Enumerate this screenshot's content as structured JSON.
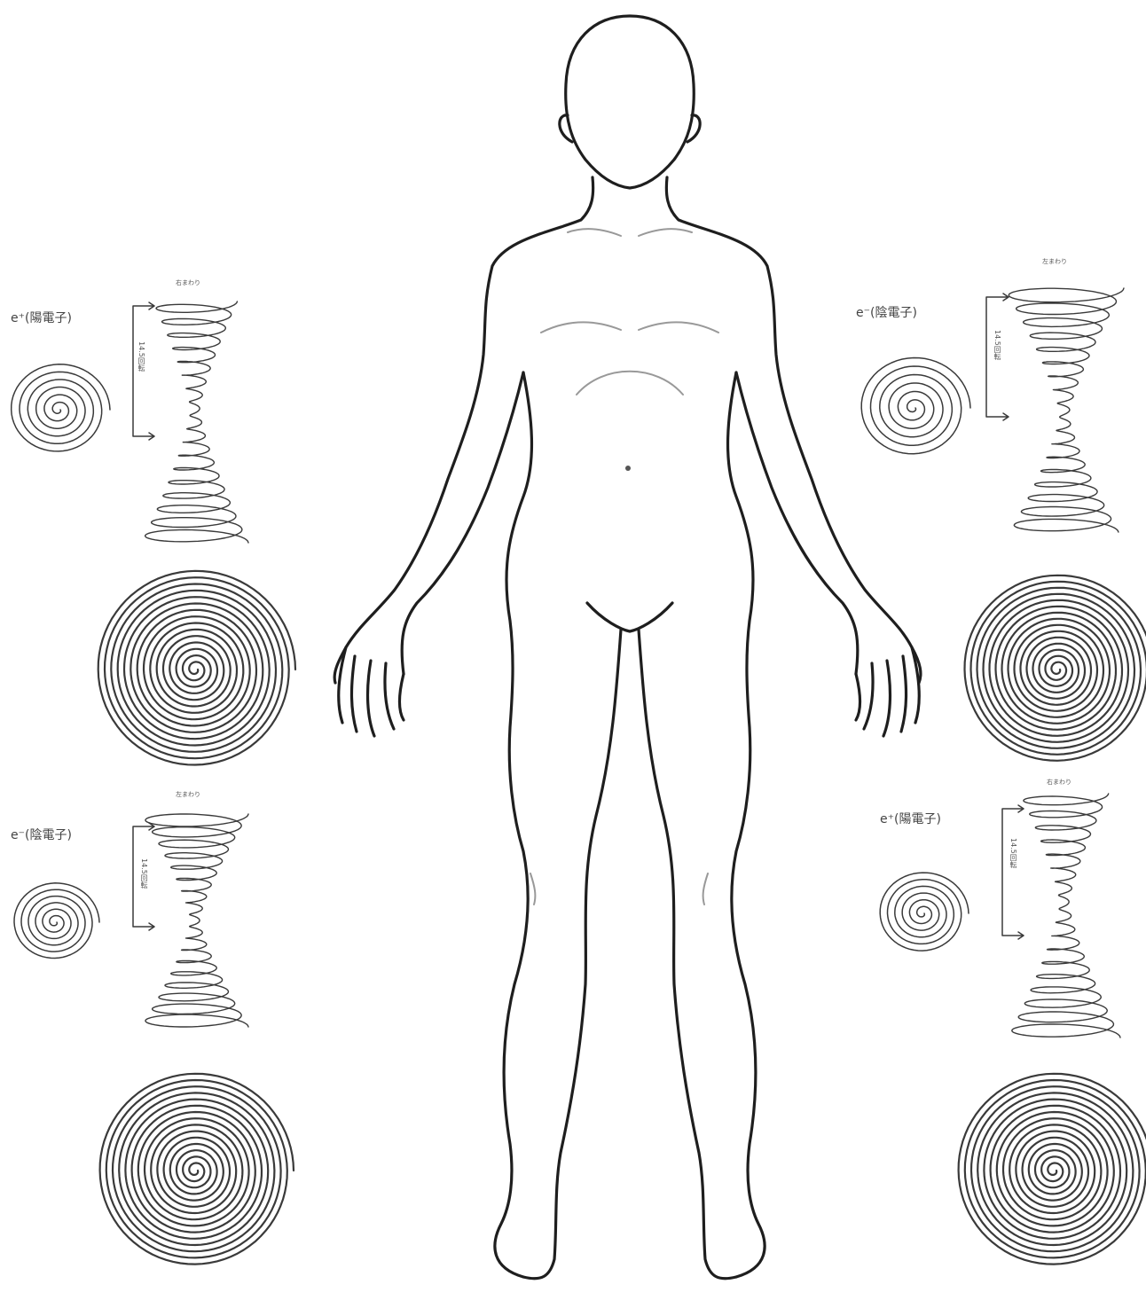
{
  "panels": [
    {
      "id": "top-left",
      "particle": "e⁺(陽電子)",
      "rotation_label": "右まわり",
      "turns_label": "14.5回転"
    },
    {
      "id": "top-right",
      "particle": "e⁻(陰電子)",
      "rotation_label": "左まわり",
      "turns_label": "14.5回転"
    },
    {
      "id": "bottom-left",
      "particle": "e⁻(陰電子)",
      "rotation_label": "左まわり",
      "turns_label": "14.5回転"
    },
    {
      "id": "bottom-right",
      "particle": "e⁺(陽電子)",
      "rotation_label": "右まわり",
      "turns_label": "14.5回転"
    }
  ],
  "colors": {
    "line": "#3a3a3a",
    "body_outline": "#1e1e1e",
    "background": "#ffffff"
  }
}
